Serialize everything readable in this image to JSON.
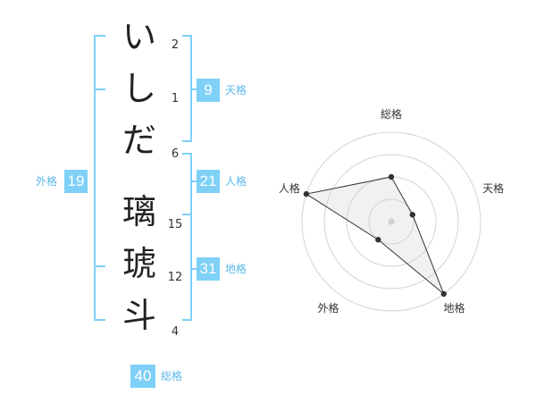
{
  "name_chars": [
    {
      "char": "い",
      "strokes": "2"
    },
    {
      "char": "し",
      "strokes": "1"
    },
    {
      "char": "だ",
      "strokes": "6"
    },
    {
      "char": "璃",
      "strokes": "15"
    },
    {
      "char": "琥",
      "strokes": "12"
    },
    {
      "char": "斗",
      "strokes": "4"
    }
  ],
  "kakusu": {
    "tenkaku": {
      "value": "9",
      "label": "天格"
    },
    "jinkaku": {
      "value": "21",
      "label": "人格"
    },
    "chikaku": {
      "value": "31",
      "label": "地格"
    },
    "gaikaku": {
      "value": "19",
      "label": "外格"
    },
    "soukaku": {
      "value": "40",
      "label": "総格"
    }
  },
  "colors": {
    "accent": "#7fd0f7",
    "bracket": "#7fd0f7",
    "accent_text": "#5bb8e8"
  },
  "chart_data": {
    "type": "radar",
    "axes": [
      "総格",
      "天格",
      "地格",
      "外格",
      "人格"
    ],
    "values": [
      2,
      1,
      4,
      1,
      4
    ],
    "range": [
      0,
      4
    ],
    "rings": 4
  }
}
